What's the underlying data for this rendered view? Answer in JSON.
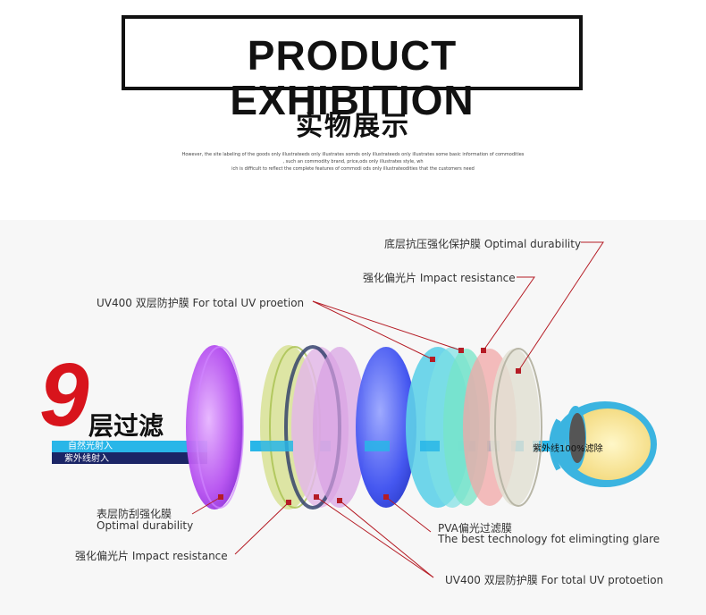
{
  "header": {
    "title": "PRODUCT EXHIBITION",
    "subtitle_cn": "实物展示",
    "description_lines": [
      "However, the site labeling of the goods only illustrateeds only illustrates somds only illustrateeds only illustrates some basic information of commodities",
      ", such an commodity brand, price,ods only illustrates style, wh",
      "ich is difficult to reflect the complete features of commodi ods only illustrateodities that the customers need"
    ]
  },
  "diagram": {
    "count_number": "9",
    "count_label": "层过滤",
    "rays": {
      "natural": "自然光射入",
      "uv": "紫外线射入",
      "filter_result": "紫外线100%滤除"
    },
    "callouts": {
      "bottom_protective": "底层抗压强化保护膜 Optimal durability",
      "impact_top": "强化偏光片 Impact resistance",
      "uv400_top": "UV400 双层防护膜 For total UV proetion",
      "scratch_line1": "表层防刮强化膜",
      "scratch_line2": "Optimal durability",
      "impact_bottom": "强化偏光片 Impact resistance",
      "pva_line1": "PVA偏光过滤膜",
      "pva_line2": "The best technology fot elimingting glare",
      "uv400_bottom": "UV400 双层防护膜 For total UV protoetion"
    },
    "colors": {
      "accent_red": "#b51c25",
      "ray_cyan": "#29b6e8",
      "ray_blue": "#1a4fa3",
      "ray_navy": "#1b2566",
      "lens_purple": "#b54ff0",
      "lens_yellow": "#d9e29a",
      "lens_lilac": "#e3b8e8",
      "lens_blue": "#3c4ff0",
      "lens_cyan": "#5fd0e8",
      "lens_teal": "#77e4c7",
      "lens_pink": "#f1a7a7",
      "lens_grey": "#d4d4c8",
      "eye_cyan": "#3bb4e0"
    }
  }
}
